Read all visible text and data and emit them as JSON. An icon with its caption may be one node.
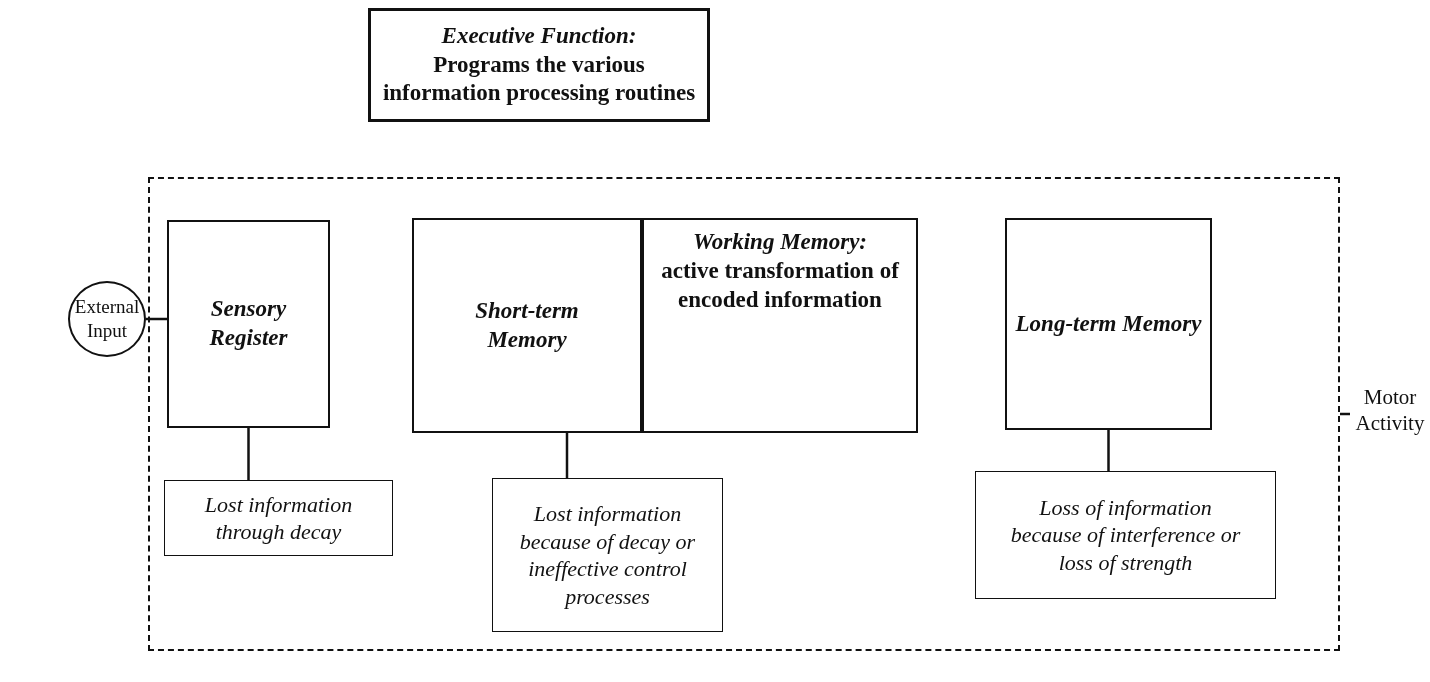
{
  "diagram": {
    "nodes": [
      {
        "text": [
          "Executive Function:",
          "Programs the various information processing routines"
        ]
      },
      {
        "text": [],
        "shape": "box"
      },
      {
        "text": [
          "Sensory Register"
        ],
        "in": 1
      },
      {
        "text": [
          "Short-term Memory"
        ],
        "in": 1
      },
      {
        "text": [
          "Working Memory:",
          "active transformation of encoded information"
        ],
        "in": 1
      },
      {
        "text": [
          "Long-term Memory"
        ],
        "in": 1
      },
      {
        "text": [
          "Lost information through decay"
        ],
        "in": 1
      },
      {
        "text": [
          "Lost information because of decay or ineffective control processes"
        ],
        "in": 1
      },
      {
        "text": [
          "Loss of information because of interference or loss of strength"
        ],
        "in": 1
      },
      {
        "text": [
          "External Input"
        ]
      },
      {
        "text": [
          "Motor Activity"
        ]
      }
    ],
    "edges": [
      {
        "from": 9,
        "to": 2,
        "arrow": "none"
      },
      {
        "from": 1,
        "to": 10,
        "arrow": "none"
      },
      {
        "from": 2,
        "to": 6,
        "arrow": "none"
      },
      {
        "from": 3,
        "to": 7,
        "arrow": "none"
      },
      {
        "from": 5,
        "to": 8,
        "arrow": "none"
      }
    ]
  }
}
